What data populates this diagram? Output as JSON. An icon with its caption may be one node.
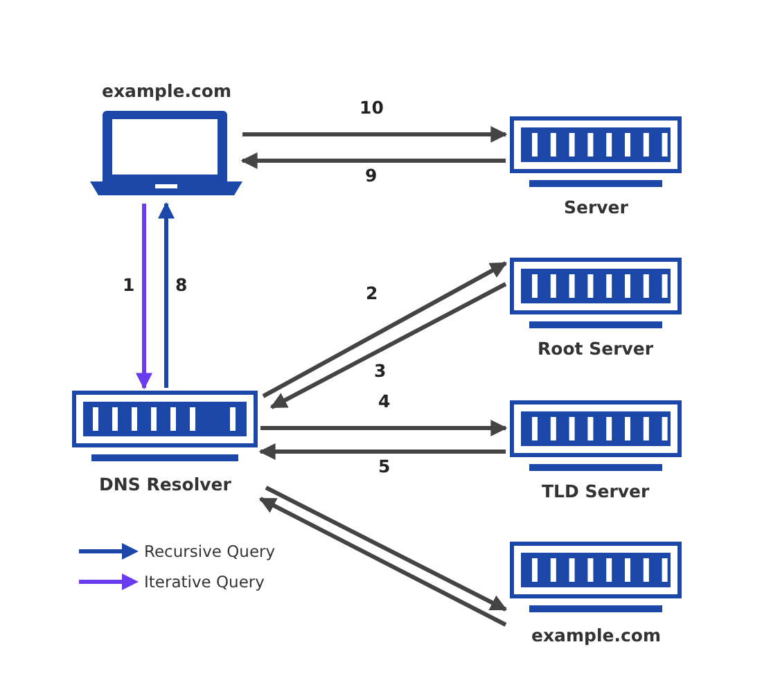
{
  "diagram": {
    "nodes": [
      {
        "text": [
          "example.com"
        ]
      },
      {
        "text": [
          "Server"
        ]
      },
      {
        "text": [
          "Root Server"
        ]
      },
      {
        "text": [
          "DNS Resolver"
        ]
      },
      {
        "text": [
          "TLD Server"
        ]
      },
      {
        "text": [
          "example.com"
        ]
      }
    ],
    "edges": [
      {
        "from": 0,
        "to": 1,
        "label": "10",
        "arrow": "to"
      },
      {
        "from": 1,
        "to": 0,
        "label": "9",
        "arrow": "to"
      },
      {
        "from": 0,
        "to": 3,
        "label": "1",
        "arrow": "to",
        "color": "#6a3cf0"
      },
      {
        "from": 3,
        "to": 0,
        "label": "8",
        "arrow": "to",
        "color": "#1a47a8"
      },
      {
        "from": 3,
        "to": 2,
        "label": "2",
        "arrow": "to"
      },
      {
        "from": 2,
        "to": 3,
        "label": "3",
        "arrow": "to"
      },
      {
        "from": 3,
        "to": 4,
        "label": "4",
        "arrow": "to"
      },
      {
        "from": 4,
        "to": 3,
        "label": "5",
        "arrow": "to"
      },
      {
        "from": 3,
        "to": 5,
        "arrow": "to"
      },
      {
        "from": 5,
        "to": 3,
        "arrow": "to"
      }
    ],
    "legend": [
      {
        "text": "Recursive Query",
        "color": "#1a47a8"
      },
      {
        "text": "Iterative Query",
        "color": "#6a3cf0"
      }
    ]
  }
}
